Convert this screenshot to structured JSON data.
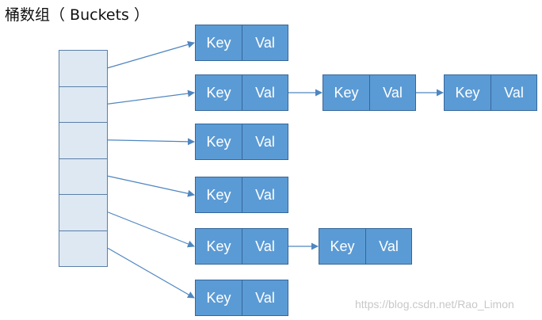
{
  "header": {
    "title": "桶数组（ Buckets ）"
  },
  "colors": {
    "bucket_fill": "#dde8f3",
    "bucket_border": "#5a7fa8",
    "node_fill": "#5b9bd5",
    "node_border": "#35679c",
    "arrow": "#4f86c0",
    "text": "#ffffff"
  },
  "labels": {
    "key": "Key",
    "val": "Val"
  },
  "buckets": {
    "count": 6
  },
  "chains": [
    {
      "bucket": 0,
      "nodes": 1
    },
    {
      "bucket": 1,
      "nodes": 3
    },
    {
      "bucket": 2,
      "nodes": 1
    },
    {
      "bucket": 3,
      "nodes": 1
    },
    {
      "bucket": 4,
      "nodes": 2
    },
    {
      "bucket": 5,
      "nodes": 1
    }
  ],
  "watermark": "https://blog.csdn.net/Rao_Limon"
}
